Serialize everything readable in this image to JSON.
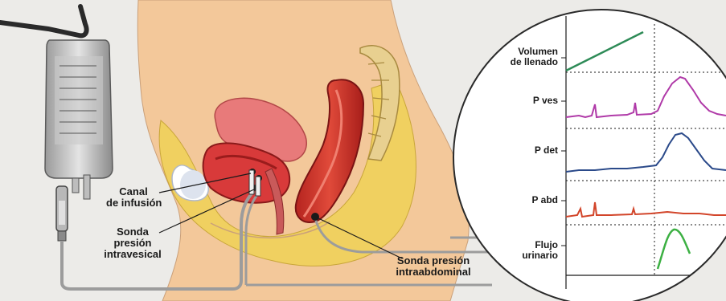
{
  "labels": {
    "canal_line1": "Canal",
    "canal_line2": "de infusión",
    "sonda_iv_line1": "Sonda",
    "sonda_iv_line2": "presión",
    "sonda_iv_line3": "intravesical",
    "sonda_ia_line1": "Sonda presión",
    "sonda_ia_line2": "intraabdominal"
  },
  "chart_rows": [
    {
      "line1": "Volumen",
      "line2": "de llenado",
      "color": "#2e8b57"
    },
    {
      "line1": "P ves",
      "line2": "",
      "color": "#b03aa8"
    },
    {
      "line1": "P det",
      "line2": "",
      "color": "#2b4a8a"
    },
    {
      "line1": "P abd",
      "line2": "",
      "color": "#d2452a"
    },
    {
      "line1": "Flujo",
      "line2": "urinario",
      "color": "#3cb043"
    }
  ],
  "colors": {
    "skin": "#f3c89a",
    "organ": "#d63a3a",
    "fat": "#f0d060",
    "tube": "#9c9c9c"
  }
}
